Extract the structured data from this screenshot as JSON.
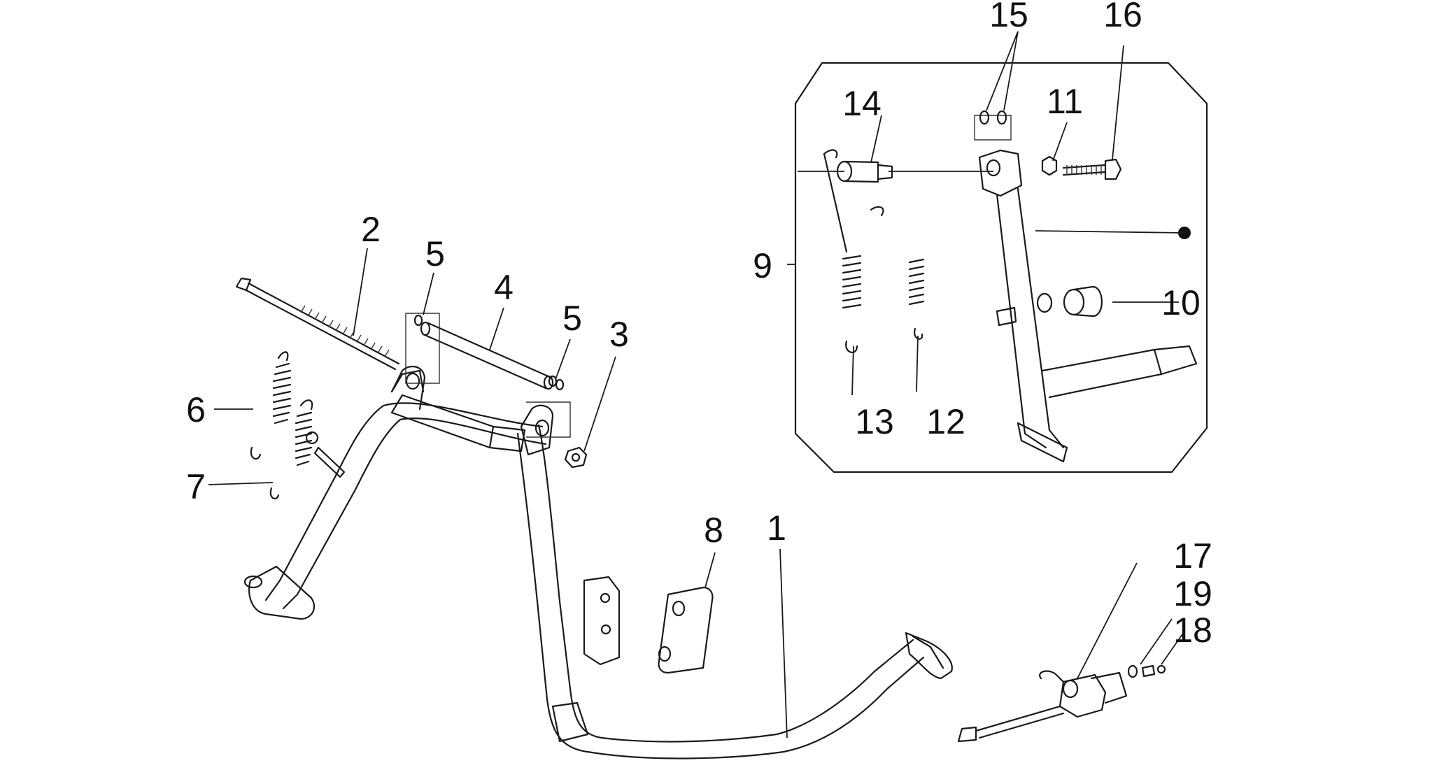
{
  "diagram": {
    "callouts": [
      {
        "id": "c1",
        "label": "1"
      },
      {
        "id": "c2",
        "label": "2"
      },
      {
        "id": "c3",
        "label": "3"
      },
      {
        "id": "c4",
        "label": "4"
      },
      {
        "id": "c5a",
        "label": "5"
      },
      {
        "id": "c5b",
        "label": "5"
      },
      {
        "id": "c6",
        "label": "6"
      },
      {
        "id": "c7",
        "label": "7"
      },
      {
        "id": "c8",
        "label": "8"
      },
      {
        "id": "c9",
        "label": "9"
      },
      {
        "id": "c10",
        "label": "10"
      },
      {
        "id": "c11",
        "label": "11"
      },
      {
        "id": "c12",
        "label": "12"
      },
      {
        "id": "c13",
        "label": "13"
      },
      {
        "id": "c14",
        "label": "14"
      },
      {
        "id": "c15",
        "label": "15"
      },
      {
        "id": "c16",
        "label": "16"
      },
      {
        "id": "c17",
        "label": "17"
      },
      {
        "id": "c18",
        "label": "18"
      },
      {
        "id": "c19",
        "label": "19"
      }
    ],
    "line_color": "#1a1a1a",
    "background": "#ffffff"
  }
}
